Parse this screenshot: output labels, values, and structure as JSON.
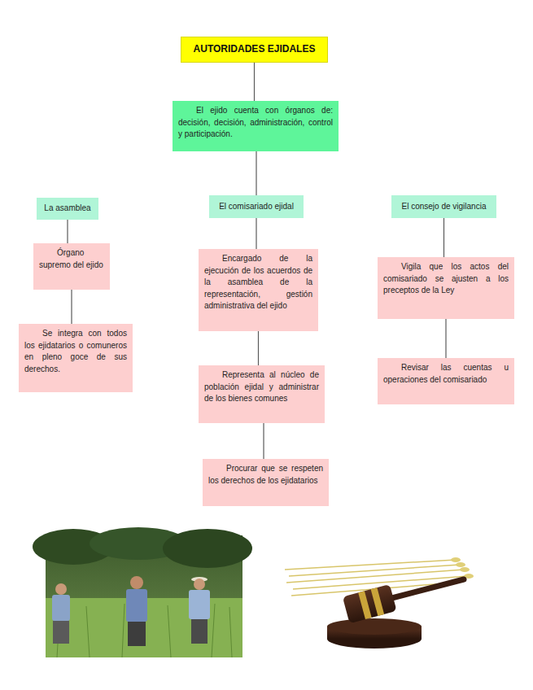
{
  "diagram": {
    "nodes": [
      {
        "text": [
          "AUTORIDADES EJIDALES"
        ]
      },
      {
        "text": [
          "El ejido cuenta con órganos de: decisión, decisión, administración, control y participación."
        ]
      },
      {
        "text": [
          "La asamblea"
        ]
      },
      {
        "text": [
          "El comisariado ejidal"
        ]
      },
      {
        "text": [
          "El consejo de vigilancia"
        ]
      },
      {
        "text": [
          "Órgano supremo del ejido"
        ]
      },
      {
        "text": [
          "Se integra con todos los ejidatarios o comuneros en pleno goce de sus derechos."
        ]
      },
      {
        "text": [
          "Encargado de la ejecución de los acuerdos de la asamblea de la representación, gestión administrativa del ejido"
        ]
      },
      {
        "text": [
          "Representa al núcleo de población ejidal y administrar de los bienes comunes"
        ]
      },
      {
        "text": [
          "Procurar que se respeten los derechos de los ejidatarios"
        ]
      },
      {
        "text": [
          "Vigila que los actos del comisariado se ajusten a los preceptos de la Ley"
        ]
      },
      {
        "text": [
          "Revisar las cuentas u operaciones del comisariado"
        ]
      }
    ],
    "edges": [
      {
        "from": 0,
        "to": 1,
        "arrow": "none"
      },
      {
        "from": 1,
        "to": 3,
        "arrow": "none"
      },
      {
        "from": 2,
        "to": 5,
        "arrow": "none"
      },
      {
        "from": 5,
        "to": 6,
        "arrow": "none"
      },
      {
        "from": 3,
        "to": 7,
        "arrow": "none"
      },
      {
        "from": 7,
        "to": 8,
        "arrow": "none"
      },
      {
        "from": 8,
        "to": 9,
        "arrow": "none"
      },
      {
        "from": 4,
        "to": 10,
        "arrow": "none"
      },
      {
        "from": 10,
        "to": 11,
        "arrow": "none"
      }
    ]
  }
}
